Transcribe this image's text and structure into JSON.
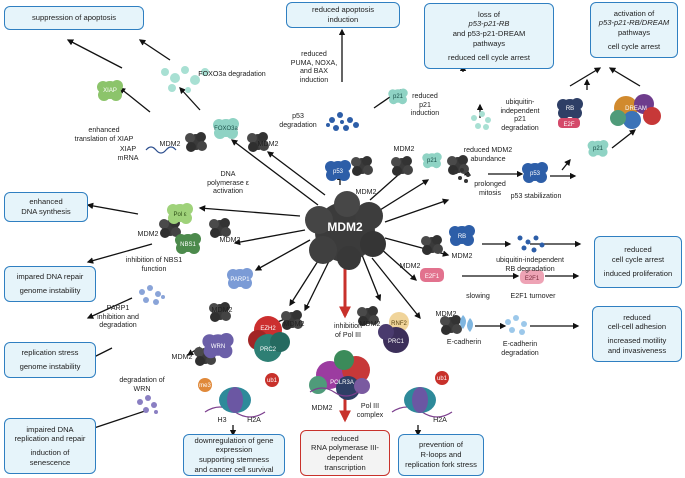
{
  "hub": "MDM2",
  "boxes": {
    "apoptosis_suppression": "suppression of apoptosis",
    "reduced_apoptosis": [
      "reduced apoptosis",
      "induction"
    ],
    "loss_pathways": [
      "loss of",
      "p53-p21-RB",
      "and p53-p21-DREAM",
      "pathways"
    ],
    "loss_pathways_2": "reduced cell cycle arrest",
    "activation": [
      "activation of",
      "p53-p21-RB/DREAM",
      "pathways"
    ],
    "activation_2": "cell cycle arrest",
    "dna_synthesis": [
      "enhanced",
      "DNA synthesis"
    ],
    "dna_repair": [
      "impared DNA repair",
      "genome instability"
    ],
    "replication_stress": [
      "replication stress",
      "genome instability"
    ],
    "impaired_repair": [
      "impaired DNA",
      "replication and repair",
      "induction of",
      "senescence"
    ],
    "downregulation": [
      "downregulation of gene",
      "expression",
      "supporting stemness",
      "and cancer cell survival"
    ],
    "pol3": [
      "reduced",
      "RNA polymerase III-",
      "dependent",
      "transcription"
    ],
    "rloops": [
      "prevention of",
      "R-loops and",
      "replication fork stress"
    ],
    "cell_cycle": [
      "reduced",
      "cell cycle arrest",
      "induced proliferation"
    ],
    "adhesion": [
      "reduced",
      "cell-cell adhesion",
      "increased motility",
      "and invasiveness"
    ]
  },
  "labels": {
    "foxo3a_degradation": "FOXO3a degradation",
    "enhanced_translation": [
      "enhanced",
      "translation of XIAP"
    ],
    "xiap_mrna": [
      "XIAP",
      "mRNA"
    ],
    "reduced_puma": [
      "reduced",
      "PUMA, NOXA,",
      "and BAX",
      "induction"
    ],
    "p53_degradation": [
      "p53",
      "degradation"
    ],
    "reduced_p21": [
      "reduced",
      "p21",
      "induction"
    ],
    "ubiquitin_p21": [
      "ubiquitin-",
      "independent",
      "p21",
      "degradation"
    ],
    "reduced_abundance": [
      "reduced MDM2",
      "abundance"
    ],
    "prolonged_mitosis": [
      "prolonged",
      "mitosis"
    ],
    "p53_stabilization": "p53 stabilization",
    "dna_pol_activation": [
      "DNA",
      "polymerase ε",
      "activation"
    ],
    "nbs1_inhibition": [
      "inhibition of NBS1",
      "function"
    ],
    "parp1_inhibition": [
      "PARP1",
      "inhibition and",
      "degradation"
    ],
    "rb_degradation": [
      "ubiquitin-independent",
      "RB degradation"
    ],
    "slowing": "slowing",
    "e2f1_turnover": "E2F1 turnover",
    "ecadherin": "E-cadherin",
    "ecadherin_degradation": [
      "E-cadherin",
      "degradation"
    ],
    "wrn_degradation": [
      "degradation of",
      "WRN"
    ],
    "inhibition_pol3": [
      "inhibition",
      "of Pol III"
    ],
    "pol3_complex": [
      "Pol III",
      "complex"
    ],
    "h3": "H3",
    "h2a": "H2A",
    "h2a_2": "H2A",
    "mdm2": "MDM2"
  },
  "proteins": {
    "xiap": "XIAP",
    "foxo3a": "FOXO3a",
    "p53": "p53",
    "p21": "p21",
    "rb": "RB",
    "e2f": "E2F",
    "dream": "DREAM",
    "pol_e": "Pol ε",
    "nbs1": "NBS1",
    "parp1": "PARP1",
    "e2f1": "E2F1",
    "wrn": "WRN",
    "ezh2": "EZH2",
    "prc2": "PRC2",
    "rnf2": "RNF2",
    "prc1": "PRC1",
    "polr3a": "POLR3A",
    "me3": "me3",
    "ub1": "ub1"
  },
  "colors": {
    "box_border": "#2f7fc1",
    "box_fill": "#e6f4fa",
    "red_arrow": "#c8312b",
    "mdm2_gray": "#3a3a3a",
    "p53_blue": "#2d5ea8",
    "teal": "#8fd3c4",
    "green": "#8cc46b"
  }
}
